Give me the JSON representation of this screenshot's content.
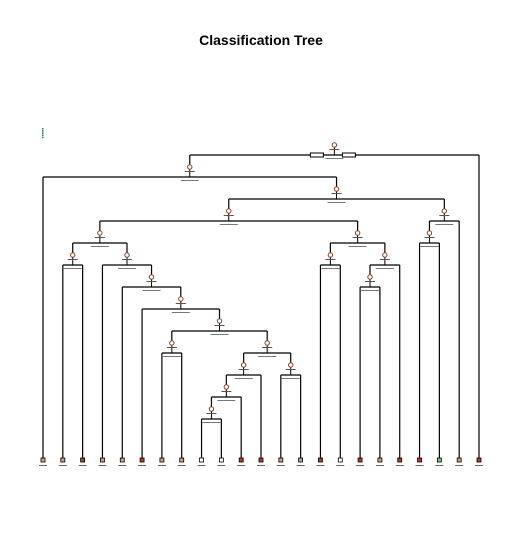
{
  "title": "Classification Tree",
  "colors": {
    "line": "#000000",
    "node_fill": "#ffffff",
    "leaf_palette": [
      "#d9a07a",
      "#c0392b",
      "#8fbf8f",
      "#ffffff",
      "#e2b48a"
    ],
    "legend_dots": "#2d6f5a"
  },
  "tree": {
    "kind": "split",
    "children": [
      {
        "kind": "split",
        "children": [
          {
            "kind": "leaf",
            "color": 0
          },
          {
            "kind": "split",
            "children": [
              {
                "kind": "split",
                "children": [
                  {
                    "kind": "split",
                    "children": [
                      {
                        "kind": "split",
                        "children": [
                          {
                            "kind": "leaf",
                            "color": 0
                          },
                          {
                            "kind": "leaf",
                            "color": 1
                          }
                        ]
                      },
                      {
                        "kind": "split",
                        "children": [
                          {
                            "kind": "leaf",
                            "color": 0
                          },
                          {
                            "kind": "split",
                            "children": [
                              {
                                "kind": "leaf",
                                "color": 0
                              },
                              {
                                "kind": "split",
                                "children": [
                                  {
                                    "kind": "leaf",
                                    "color": 1
                                  },
                                  {
                                    "kind": "split",
                                    "children": [
                                      {
                                        "kind": "split",
                                        "children": [
                                          {
                                            "kind": "leaf",
                                            "color": 0
                                          },
                                          {
                                            "kind": "leaf",
                                            "color": 0
                                          }
                                        ]
                                      },
                                      {
                                        "kind": "split",
                                        "children": [
                                          {
                                            "kind": "split",
                                            "children": [
                                              {
                                                "kind": "split",
                                                "children": [
                                                  {
                                                    "kind": "split",
                                                    "children": [
                                                      {
                                                        "kind": "leaf",
                                                        "color": 3
                                                      },
                                                      {
                                                        "kind": "leaf",
                                                        "color": 3
                                                      }
                                                    ]
                                                  },
                                                  {
                                                    "kind": "leaf",
                                                    "color": 1
                                                  }
                                                ]
                                              },
                                              {
                                                "kind": "leaf",
                                                "color": 1
                                              }
                                            ]
                                          },
                                          {
                                            "kind": "split",
                                            "children": [
                                              {
                                                "kind": "leaf",
                                                "color": 0
                                              },
                                              {
                                                "kind": "leaf",
                                                "color": 2
                                              }
                                            ]
                                          }
                                        ]
                                      }
                                    ]
                                  }
                                ]
                              }
                            ]
                          }
                        ]
                      }
                    ]
                  },
                  {
                    "kind": "split",
                    "children": [
                      {
                        "kind": "split",
                        "children": [
                          {
                            "kind": "leaf",
                            "color": 1
                          },
                          {
                            "kind": "leaf",
                            "color": 3
                          }
                        ]
                      },
                      {
                        "kind": "split",
                        "children": [
                          {
                            "kind": "split",
                            "children": [
                              {
                                "kind": "leaf",
                                "color": 1
                              },
                              {
                                "kind": "leaf",
                                "color": 0
                              }
                            ]
                          },
                          {
                            "kind": "leaf",
                            "color": 1
                          }
                        ]
                      }
                    ]
                  }
                ]
              },
              {
                "kind": "split",
                "children": [
                  {
                    "kind": "split",
                    "children": [
                      {
                        "kind": "leaf",
                        "color": 1
                      },
                      {
                        "kind": "leaf",
                        "color": 2
                      }
                    ]
                  },
                  {
                    "kind": "leaf",
                    "color": 0
                  }
                ]
              }
            ]
          }
        ]
      },
      {
        "kind": "leaf",
        "color": 1
      }
    ]
  }
}
